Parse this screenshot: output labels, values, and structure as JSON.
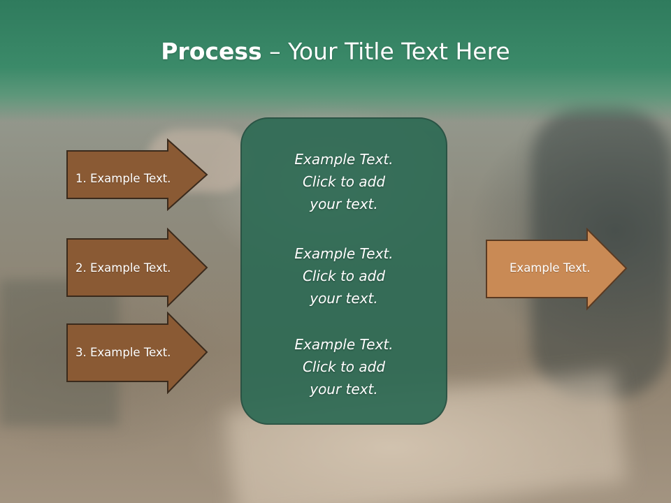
{
  "title": {
    "bold": "Process",
    "rest": " – Your Title Text Here"
  },
  "left_arrows": [
    {
      "label": "1. Example Text."
    },
    {
      "label": "2. Example Text."
    },
    {
      "label": "3. Example Text."
    }
  ],
  "center_blocks": [
    {
      "line1": "Example Text.",
      "line2": "Click  to add",
      "line3": "your text."
    },
    {
      "line1": "Example Text.",
      "line2": "Click  to add",
      "line3": "your text."
    },
    {
      "line1": "Example Text.",
      "line2": "Click  to add",
      "line3": "your text."
    }
  ],
  "right_arrow": {
    "label": "Example Text."
  },
  "colors": {
    "header_green": "#2f7b5d",
    "center_box_fill": "#2f6b55",
    "left_arrow_fill": "#8a5a34",
    "right_arrow_fill": "#c98a55"
  }
}
